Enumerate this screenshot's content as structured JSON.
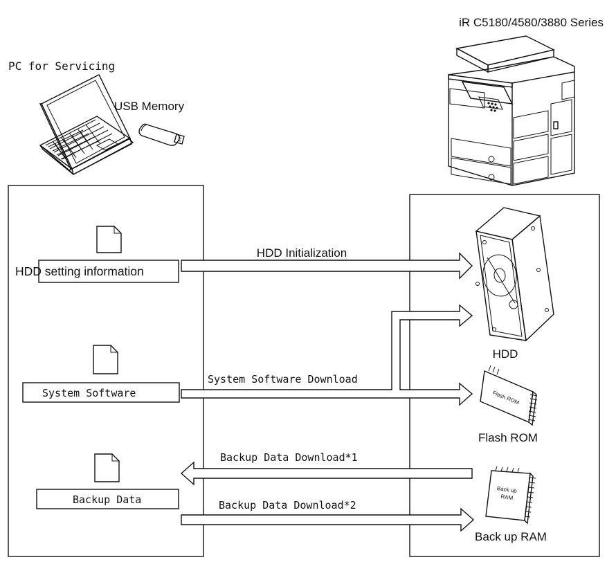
{
  "header": {
    "device_label": "iR C5180/4580/3880 Series",
    "pc_label": "PC for Servicing",
    "usb_label": "USB Memory"
  },
  "left_panel": {
    "files": [
      {
        "label": "HDD setting information"
      },
      {
        "label": "System Software"
      },
      {
        "label": "Backup Data"
      }
    ]
  },
  "arrows": {
    "hdd_init": "HDD Initialization",
    "system_download": "System Software Download",
    "backup_download_1": "Backup Data Download*1",
    "backup_download_2": "Backup Data Download*2"
  },
  "right_panel": {
    "hdd_label": "HDD",
    "flash_label": "Flash ROM",
    "flash_chip_text": "Flash ROM",
    "ram_label": "Back up RAM",
    "ram_chip_line1": "Back up",
    "ram_chip_line2": "RAM"
  }
}
